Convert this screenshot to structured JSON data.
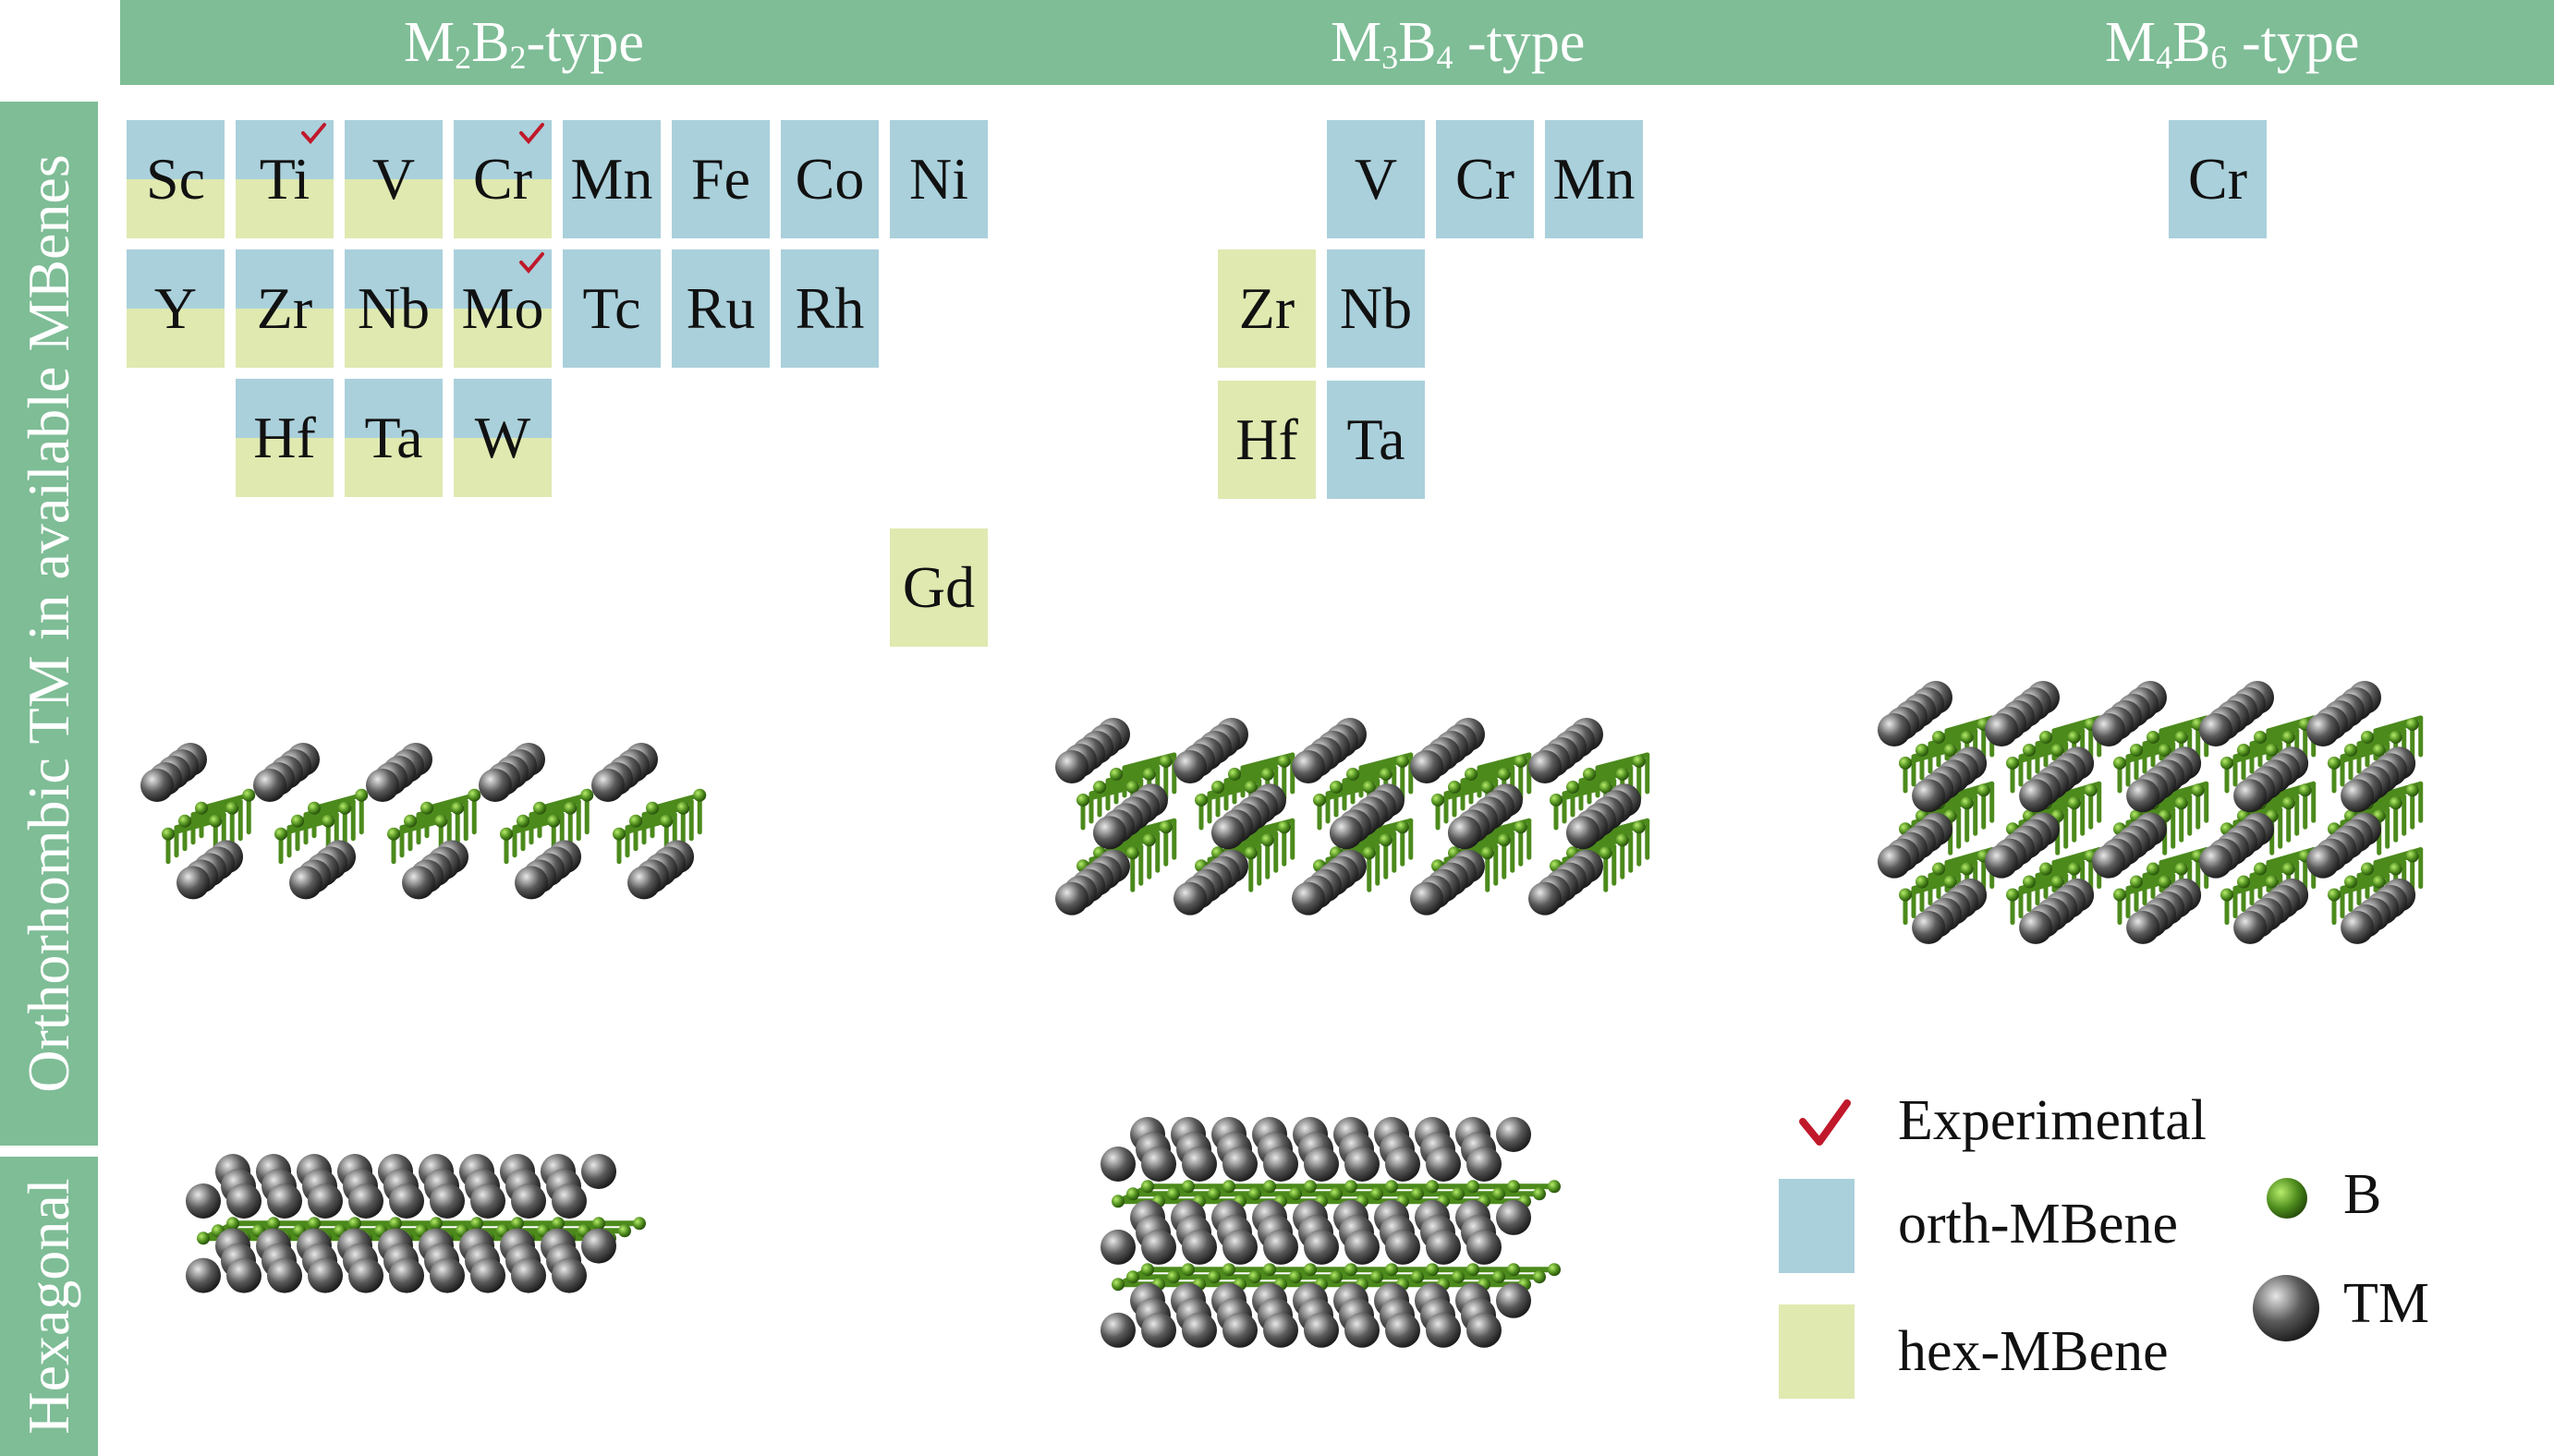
{
  "header": {
    "m2b2": {
      "m": "M",
      "ms": "2",
      "b": "B",
      "bs": "2",
      "suffix": "-type"
    },
    "m3b4": {
      "m": "M",
      "ms": "3",
      "b": "B",
      "bs": "4",
      "suffix": " -type"
    },
    "m4b6": {
      "m": "M",
      "ms": "4",
      "b": "B",
      "bs": "6",
      "suffix": " -type"
    }
  },
  "sidebar": {
    "orthorhombic": "Orthorhombic  TM in available MBenes",
    "hexagonal": "Hexagonal"
  },
  "m2b2_elements": [
    {
      "symbol": "Sc",
      "kind": "mix",
      "experimental": false
    },
    {
      "symbol": "Ti",
      "kind": "mix",
      "experimental": true
    },
    {
      "symbol": "V",
      "kind": "mix",
      "experimental": false
    },
    {
      "symbol": "Cr",
      "kind": "mix",
      "experimental": true
    },
    {
      "symbol": "Mn",
      "kind": "orth",
      "experimental": false
    },
    {
      "symbol": "Fe",
      "kind": "orth",
      "experimental": false
    },
    {
      "symbol": "Co",
      "kind": "orth",
      "experimental": false
    },
    {
      "symbol": "Ni",
      "kind": "orth",
      "experimental": false
    },
    {
      "symbol": "Y",
      "kind": "mix",
      "experimental": false
    },
    {
      "symbol": "Zr",
      "kind": "mix",
      "experimental": false
    },
    {
      "symbol": "Nb",
      "kind": "mix",
      "experimental": false
    },
    {
      "symbol": "Mo",
      "kind": "mix",
      "experimental": true
    },
    {
      "symbol": "Tc",
      "kind": "orth",
      "experimental": false
    },
    {
      "symbol": "Ru",
      "kind": "orth",
      "experimental": false
    },
    {
      "symbol": "Rh",
      "kind": "orth",
      "experimental": false
    },
    {
      "symbol": "Hf",
      "kind": "mix",
      "experimental": false
    },
    {
      "symbol": "Ta",
      "kind": "mix",
      "experimental": false
    },
    {
      "symbol": "W",
      "kind": "mix",
      "experimental": false
    },
    {
      "symbol": "Gd",
      "kind": "hex",
      "experimental": false
    }
  ],
  "m3b4_elements": [
    {
      "symbol": "V",
      "kind": "orth",
      "experimental": false
    },
    {
      "symbol": "Cr",
      "kind": "orth",
      "experimental": false
    },
    {
      "symbol": "Mn",
      "kind": "orth",
      "experimental": false
    },
    {
      "symbol": "Zr",
      "kind": "hex",
      "experimental": false
    },
    {
      "symbol": "Nb",
      "kind": "orth",
      "experimental": false
    },
    {
      "symbol": "Hf",
      "kind": "hex",
      "experimental": false
    },
    {
      "symbol": "Ta",
      "kind": "orth",
      "experimental": false
    }
  ],
  "m4b6_elements": [
    {
      "symbol": "Cr",
      "kind": "orth",
      "experimental": false
    }
  ],
  "legend": {
    "experimental": "Experimental",
    "orth": "orth-MBene",
    "hex": "hex-MBene",
    "b": "B",
    "tm": "TM"
  },
  "colors": {
    "header_green": "#7ebd96",
    "orth_blue": "#aad0db",
    "hex_yellow": "#dfe9b0",
    "boron_green": "#4c8a1c",
    "tm_gray": "#4a4a4a",
    "check_red": "#c0192b"
  }
}
